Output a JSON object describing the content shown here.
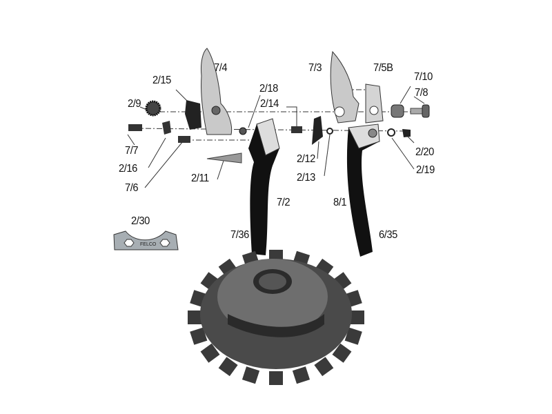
{
  "diagram": {
    "parts": [
      {
        "id": "7/4"
      },
      {
        "id": "2/15"
      },
      {
        "id": "2/9"
      },
      {
        "id": "2/18"
      },
      {
        "id": "7/7"
      },
      {
        "id": "2/16"
      },
      {
        "id": "7/6"
      },
      {
        "id": "2/11"
      },
      {
        "id": "2/14"
      },
      {
        "id": "2/12"
      },
      {
        "id": "2/13"
      },
      {
        "id": "7/3"
      },
      {
        "id": "7/5B"
      },
      {
        "id": "7/10"
      },
      {
        "id": "7/8"
      },
      {
        "id": "2/20"
      },
      {
        "id": "2/19"
      },
      {
        "id": "7/2"
      },
      {
        "id": "8/1"
      },
      {
        "id": "7/36"
      },
      {
        "id": "6/35"
      },
      {
        "id": "2/30"
      }
    ],
    "wrench_logo": "FELCO"
  }
}
